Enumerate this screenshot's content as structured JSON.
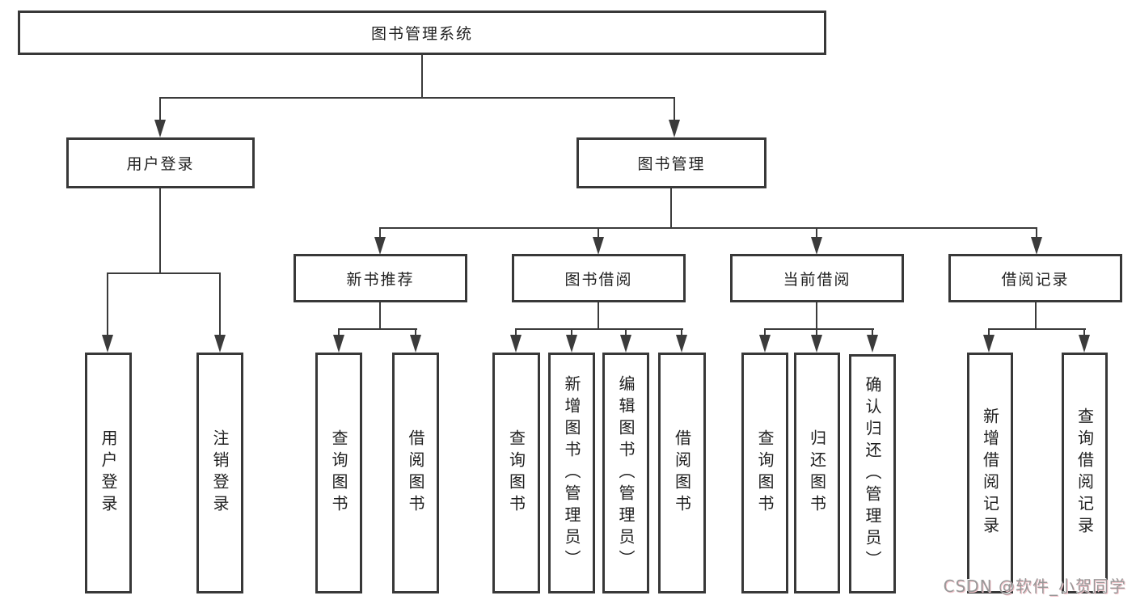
{
  "diagram": {
    "title": "图书管理系统",
    "level2": [
      {
        "label": "用户登录"
      },
      {
        "label": "图书管理"
      }
    ],
    "level3": [
      {
        "label": "新书推荐"
      },
      {
        "label": "图书借阅"
      },
      {
        "label": "当前借阅"
      },
      {
        "label": "借阅记录"
      }
    ],
    "leaves": [
      {
        "label": "用户登录"
      },
      {
        "label": "注销登录"
      },
      {
        "label": "查询图书"
      },
      {
        "label": "借阅图书"
      },
      {
        "label": "查询图书"
      },
      {
        "label": "新增图书（管理员）"
      },
      {
        "label": "编辑图书（管理员）"
      },
      {
        "label": "借阅图书"
      },
      {
        "label": "查询图书"
      },
      {
        "label": "归还图书"
      },
      {
        "label": "确认归还（管理员）"
      },
      {
        "label": "新增借阅记录"
      },
      {
        "label": "查询借阅记录"
      }
    ],
    "watermark": "CSDN @软件_小贺同学",
    "colors": {
      "line": "#3b3b3b",
      "box_border": "#383838",
      "text": "#1f1f1f",
      "background": "#ffffff",
      "watermark_gray": "#989898",
      "watermark_pink": "#f3c4cb"
    }
  }
}
